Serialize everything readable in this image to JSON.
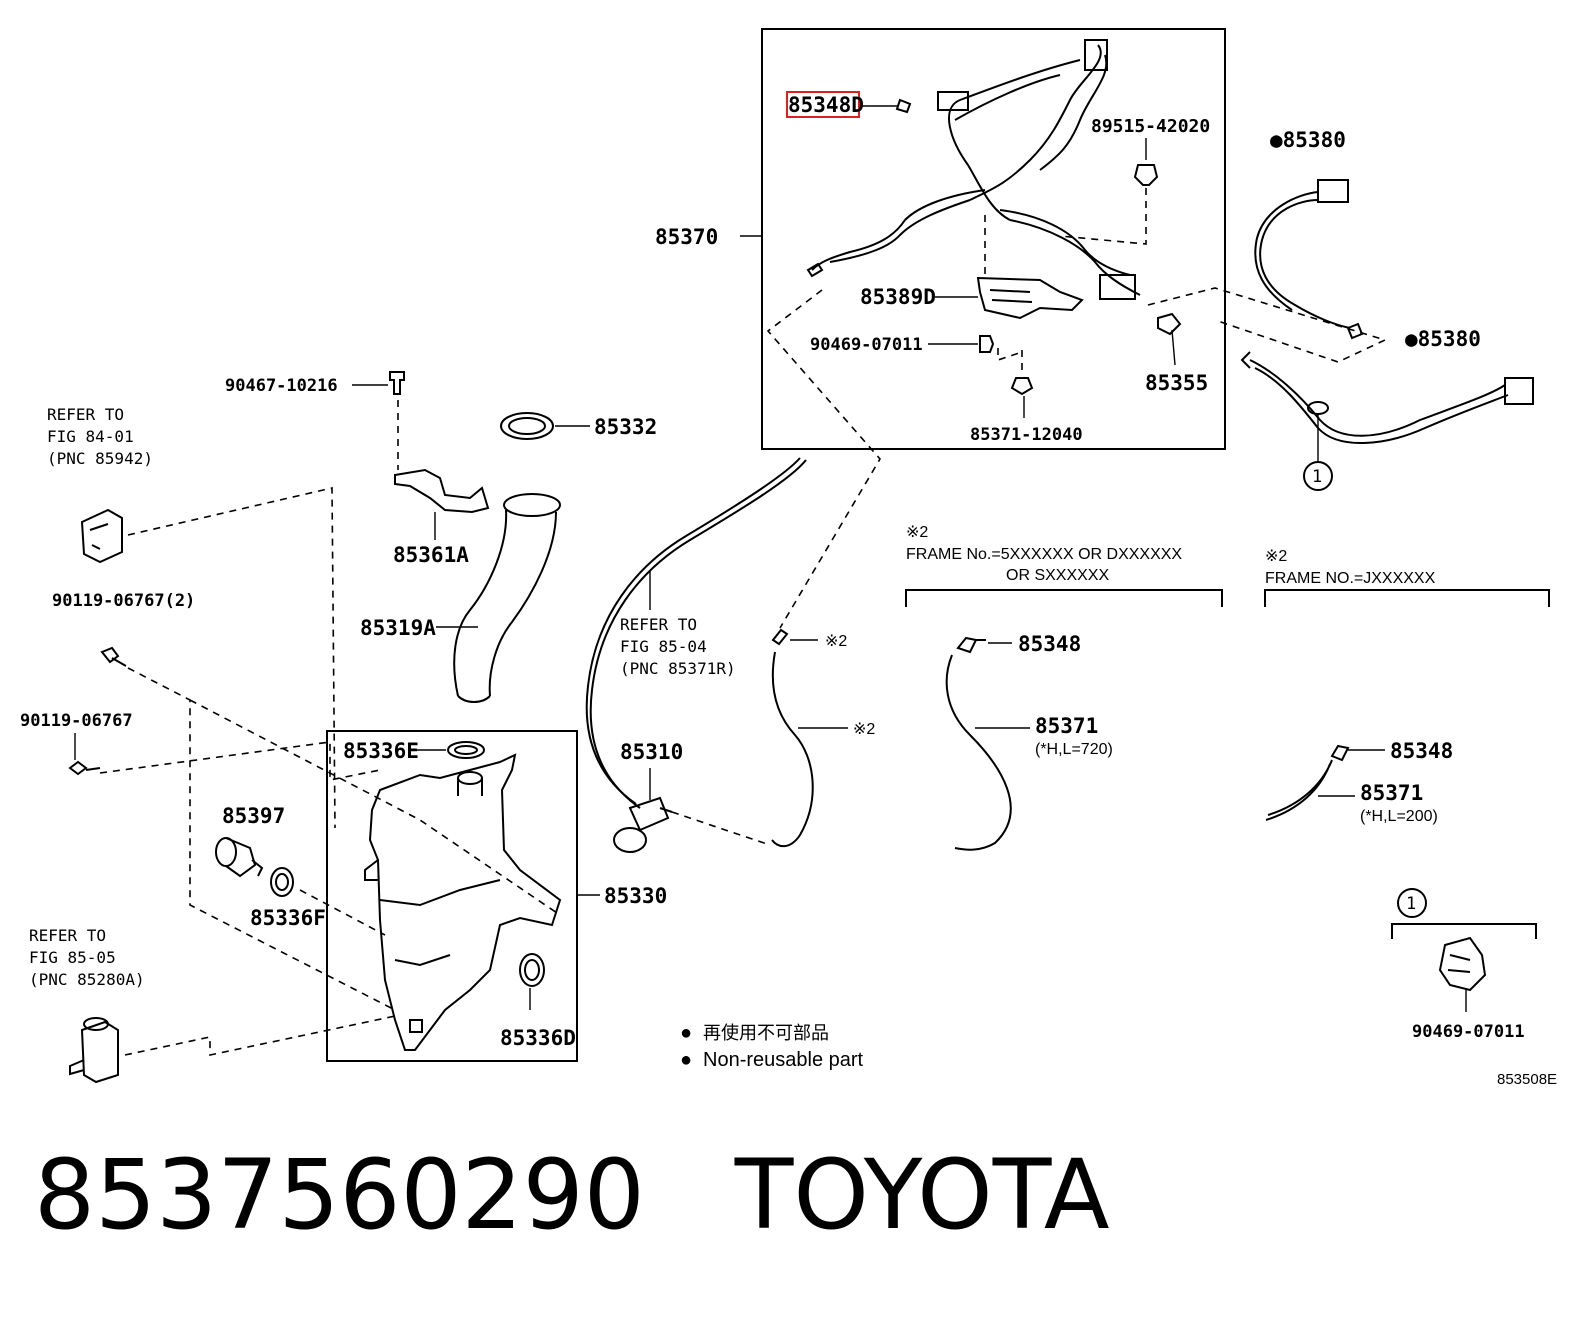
{
  "labels": {
    "p85348d": "85348D",
    "p85370": "85370",
    "p89515": "89515-42020",
    "p85380a": "●85380",
    "p85380b": "●85380",
    "p85389d": "85389D",
    "p90469a": "90469-07011",
    "p85355": "85355",
    "p85371_12040": "85371-12040",
    "p90467": "90467-10216",
    "p85332": "85332",
    "p85361a": "85361A",
    "p85319a": "85319A",
    "p90119_2": "90119-06767(2)",
    "p90119": "90119-06767",
    "p85336e": "85336E",
    "p85397": "85397",
    "p85336f": "85336F",
    "p85330": "85330",
    "p85336d": "85336D",
    "p85310": "85310",
    "p85348_1": "85348",
    "p85371_1": "85371",
    "p85371_1_note": "(*H,L=720)",
    "p85348_2": "85348",
    "p85371_2": "85371",
    "p85371_2_note": "(*H,L=200)",
    "p90469b": "90469-07011",
    "mark2_a": "※2",
    "mark2_b": "※2",
    "circle1_a": "1",
    "circle1_b": "1"
  },
  "refer": {
    "r1": [
      "REFER TO",
      "FIG 84-01",
      "(PNC 85942)"
    ],
    "r2": [
      "REFER TO",
      "FIG 85-04",
      "(PNC 85371R)"
    ],
    "r3": [
      "REFER TO",
      "FIG 85-05",
      "(PNC 85280A)"
    ]
  },
  "frames": {
    "f1_mark": "※2",
    "f1_line1": "FRAME No.=5XXXXXX OR DXXXXXX",
    "f1_line2": "OR SXXXXXX",
    "f2_mark": "※2",
    "f2_line1": "FRAME NO.=JXXXXXX"
  },
  "legend": {
    "bullet": "●",
    "jp": "再使用不可部品",
    "en": "Non-reusable part"
  },
  "figure_code": "853508E",
  "footer": {
    "part_number": "8537560290",
    "brand": "TOYOTA"
  },
  "colors": {
    "highlight": "#e02020",
    "ink": "#000000"
  }
}
